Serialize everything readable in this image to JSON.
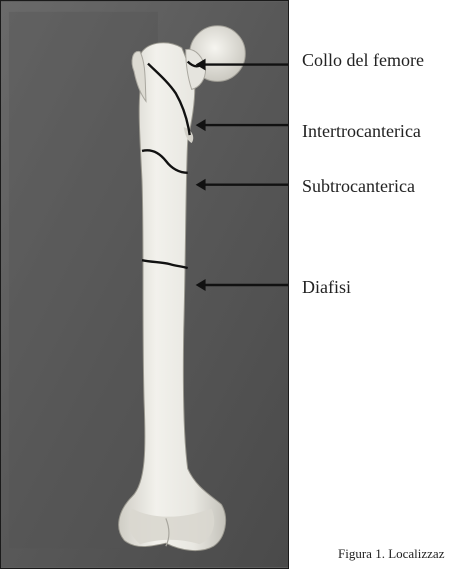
{
  "figure": {
    "labels": {
      "collo": "Collo del femore",
      "intertrocanterica": "Intertrocanterica",
      "subtrocanterica": "Subtrocanterica",
      "diafisi": "Diafisi"
    },
    "caption": "Figura 1. Localizzaz"
  },
  "colors": {
    "background": "#5d5d5d",
    "bone": "#ecebe6",
    "fracture_line": "#111111",
    "arrow": "#111111",
    "text": "#222222"
  }
}
